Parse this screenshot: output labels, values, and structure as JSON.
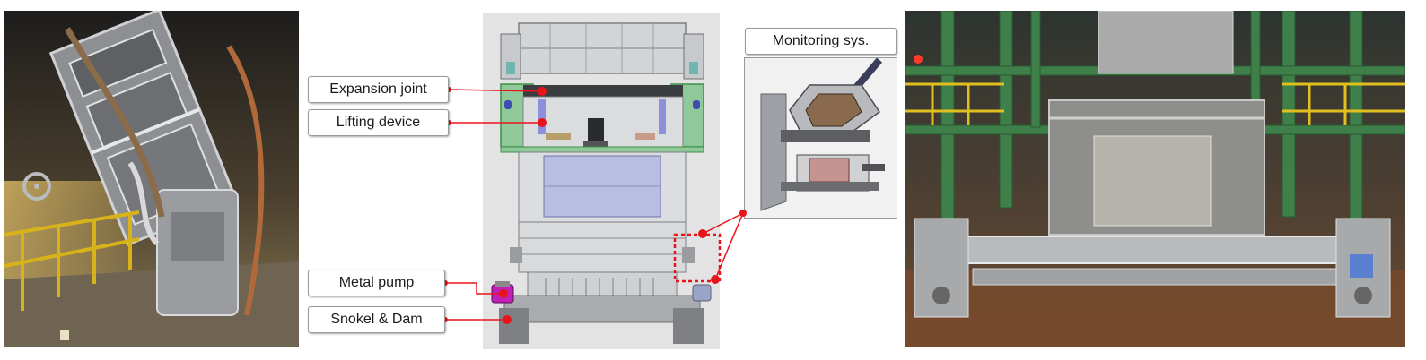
{
  "labels": {
    "expansion_joint": "Expansion joint",
    "lifting_device": "Lifting device",
    "metal_pump": "Metal pump",
    "snokel_dam": "Snokel & Dam",
    "monitoring_sys": "Monitoring sys."
  },
  "colors": {
    "callout_red": "#e8141c",
    "label_border": "#9a9a9a",
    "steel_green": "#3f8f46",
    "railing_yellow": "#d8b21a"
  }
}
